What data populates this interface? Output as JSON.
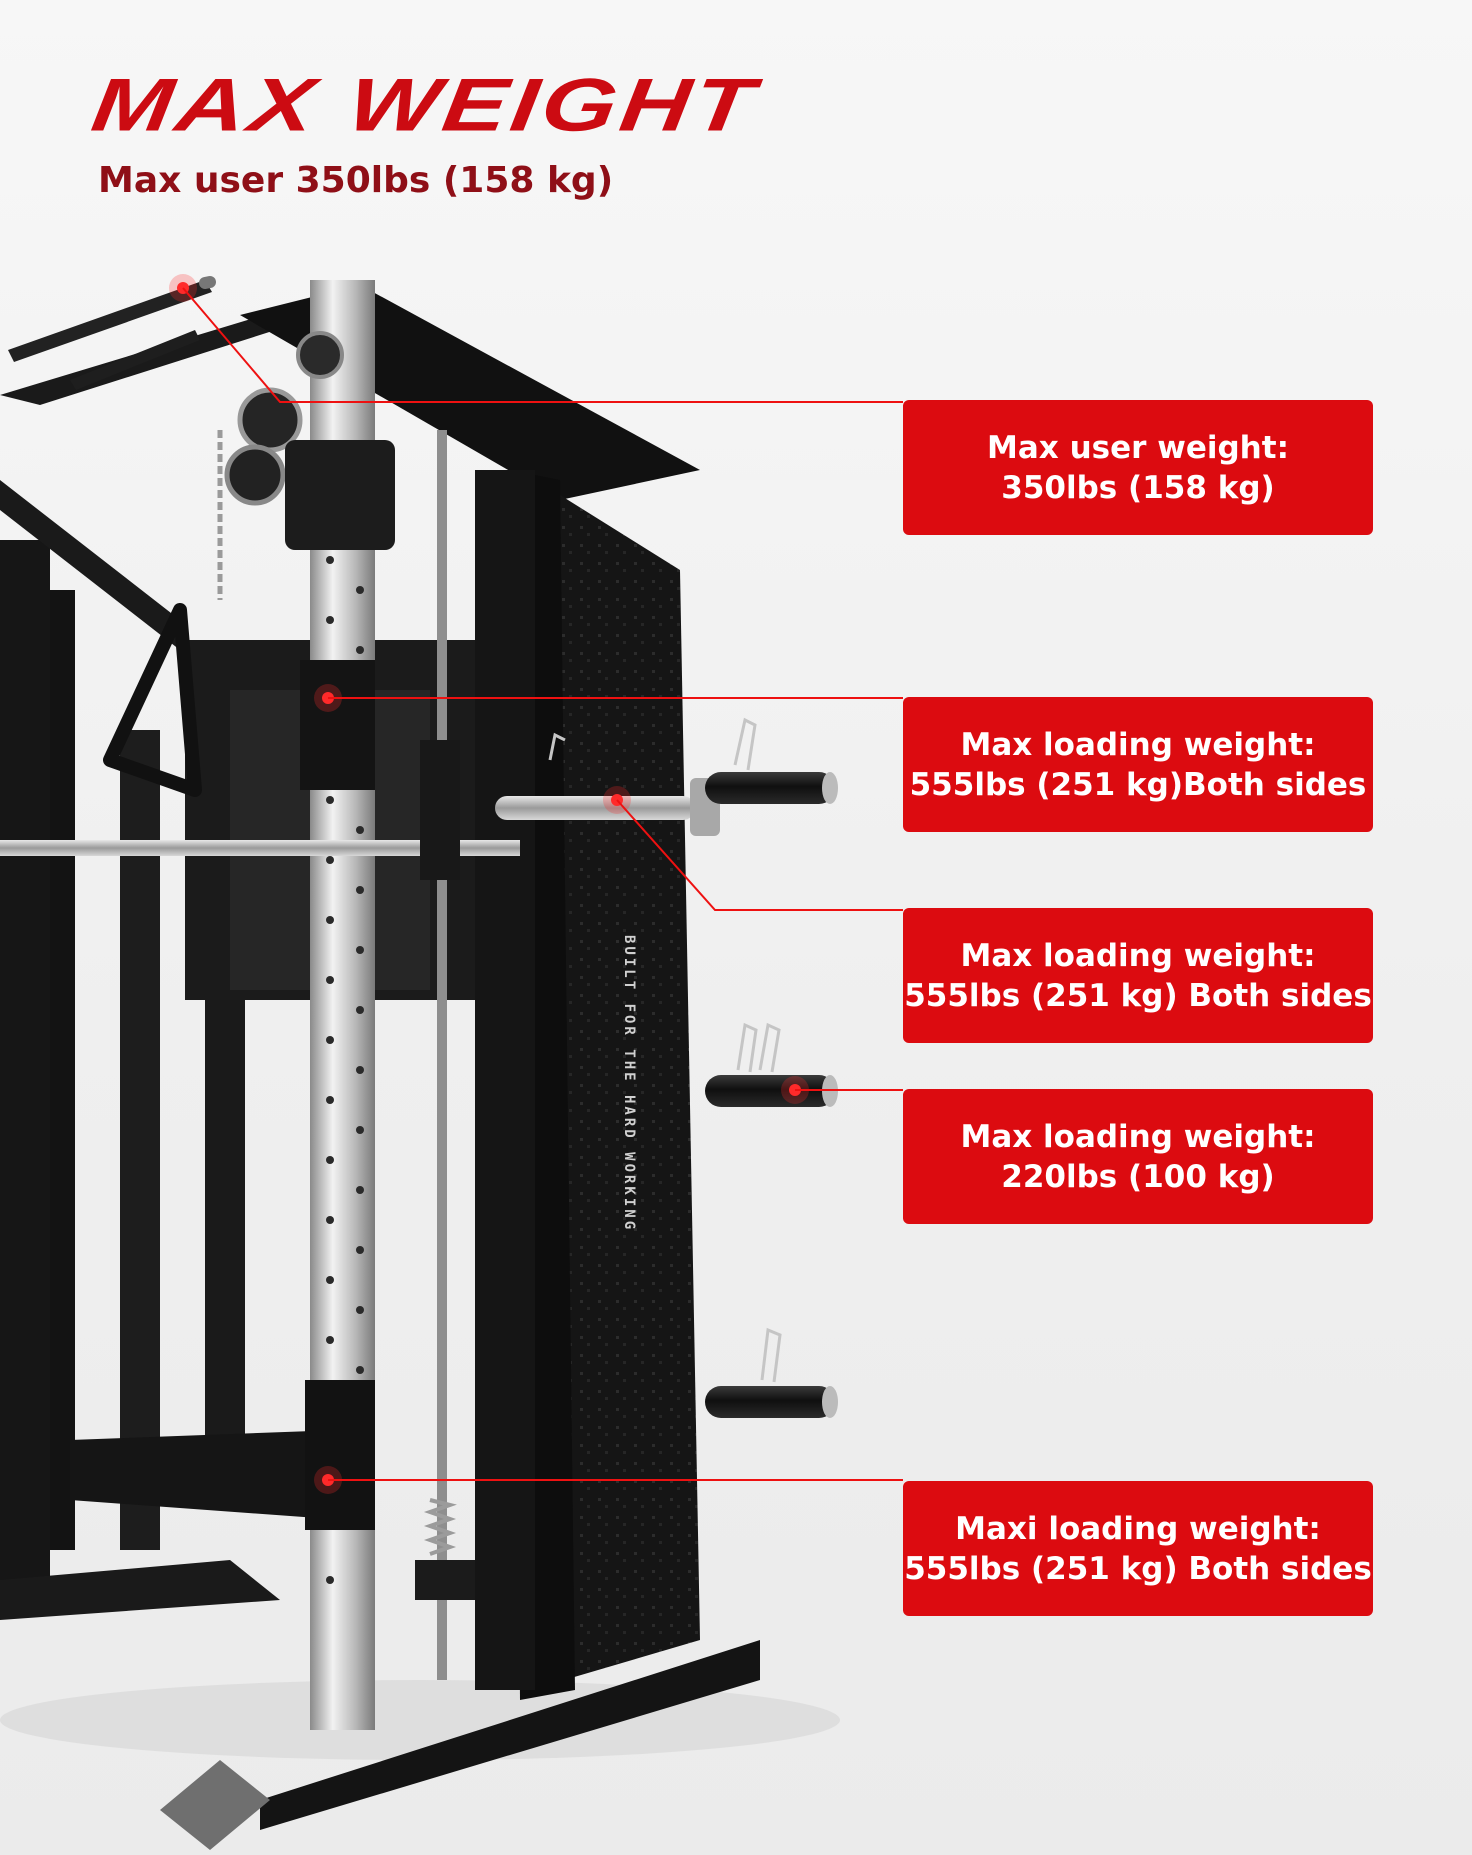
{
  "title": "MAX WEIGHT",
  "subtitle": "Max user 350lbs (158 kg)",
  "equipment_label": "BUILT FOR THE HARD WORKING",
  "colors": {
    "accent": "#dc0b10",
    "title": "#cc0b12",
    "subtitle": "#8f0f17",
    "frame": "#141414",
    "upright": "#c9c9c9"
  },
  "callouts": [
    {
      "line1": "Max user weight:",
      "line2": "350lbs (158 kg)"
    },
    {
      "line1": "Max loading weight:",
      "line2": "555lbs (251 kg)Both sides"
    },
    {
      "line1": "Max loading weight:",
      "line2": "555lbs (251 kg) Both sides"
    },
    {
      "line1": "Max loading weight:",
      "line2": "220lbs (100 kg)"
    },
    {
      "line1": "Maxi loading weight:",
      "line2": "555lbs (251 kg) Both sides"
    }
  ]
}
